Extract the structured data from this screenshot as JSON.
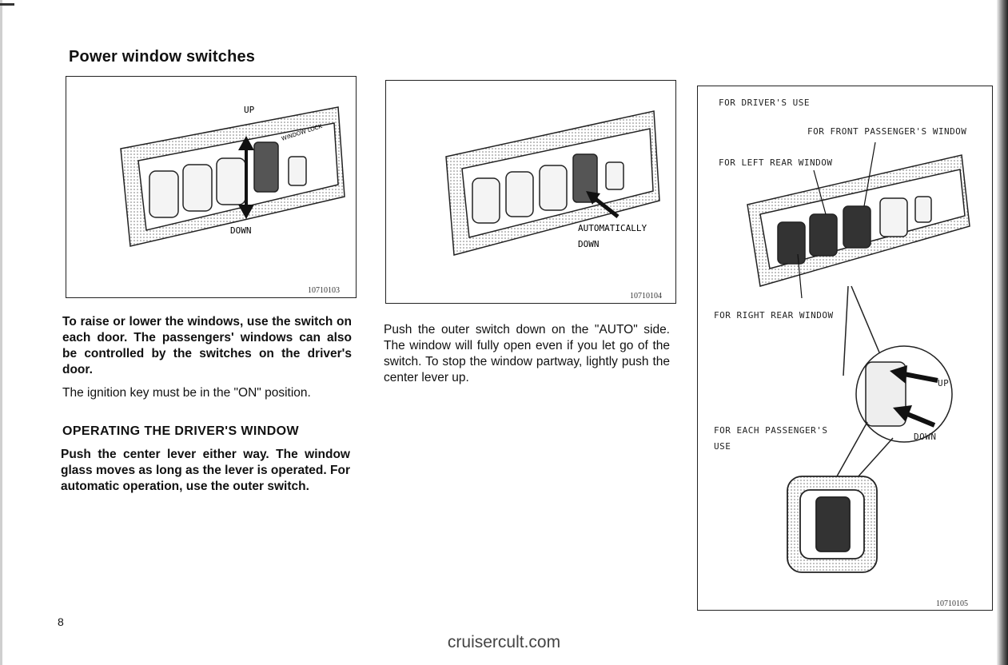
{
  "title": "Power window switches",
  "fig1": {
    "up": "UP",
    "down": "DOWN",
    "number": "10710103"
  },
  "fig2": {
    "auto_label_1": "AUTOMATICALLY",
    "auto_label_2": "DOWN",
    "number": "10710104"
  },
  "fig3": {
    "drivers_use": "FOR DRIVER'S USE",
    "front_passenger": "FOR FRONT PASSENGER'S WINDOW",
    "left_rear": "FOR LEFT REAR WINDOW",
    "right_rear": "FOR RIGHT REAR WINDOW",
    "each_passenger_1": "FOR EACH PASSENGER'S",
    "each_passenger_2": "USE",
    "up": "UP",
    "down": "DOWN",
    "number": "10710105"
  },
  "col1": {
    "para1": "To raise or lower the windows, use the switch on each door. The passengers' windows can also be controlled by the switches on the driver's door.",
    "para2": "The ignition key must be in the \"ON\" position.",
    "heading": "OPERATING THE DRIVER'S WINDOW",
    "para3": "Push the center lever either way. The window glass moves as long as the lever is operated. For automatic operation, use the outer switch."
  },
  "col2": {
    "para1": "Push the outer switch down on the \"AUTO\" side. The window will fully open even if you let go of the switch. To stop the window partway, lightly push the center lever up."
  },
  "page_number": "8",
  "footer": "cruisercult.com"
}
